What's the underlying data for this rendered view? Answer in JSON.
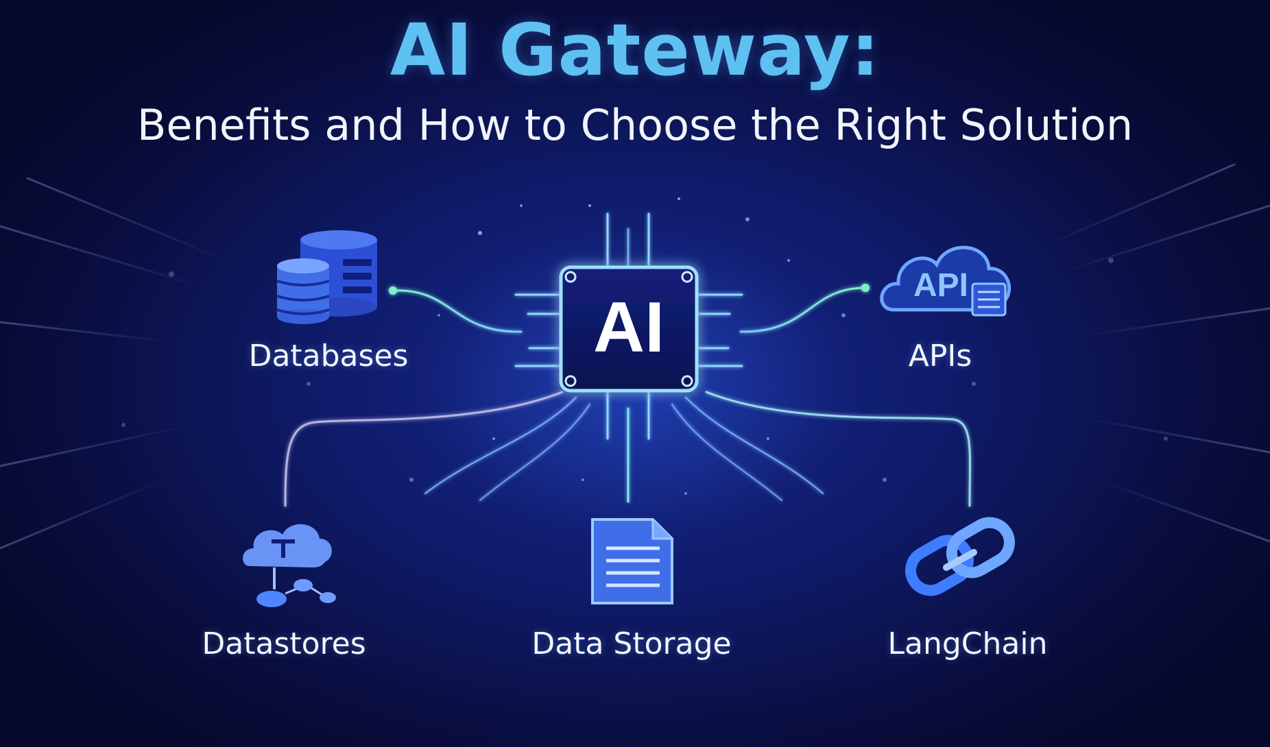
{
  "header": {
    "title": "AI Gateway:",
    "subtitle": "Benefits and How to Choose the Right Solution"
  },
  "hub": {
    "label": "AI",
    "icon": "chip-icon"
  },
  "nodes": [
    {
      "id": "databases",
      "label": "Databases",
      "icon": "database-stack-icon"
    },
    {
      "id": "apis",
      "label": "APIs",
      "icon": "api-cloud-icon",
      "icon_text": "API"
    },
    {
      "id": "datastores",
      "label": "Datastores",
      "icon": "cloud-network-icon"
    },
    {
      "id": "data_storage",
      "label": "Data Storage",
      "icon": "document-icon"
    },
    {
      "id": "langchain",
      "label": "LangChain",
      "icon": "chain-link-icon"
    }
  ],
  "colors": {
    "title": "#5fc0f2",
    "subtitle": "#f2f4fb",
    "background": "#0e1a66",
    "chip_border": "#8fd6ff",
    "connector": "#7fe8d8"
  }
}
